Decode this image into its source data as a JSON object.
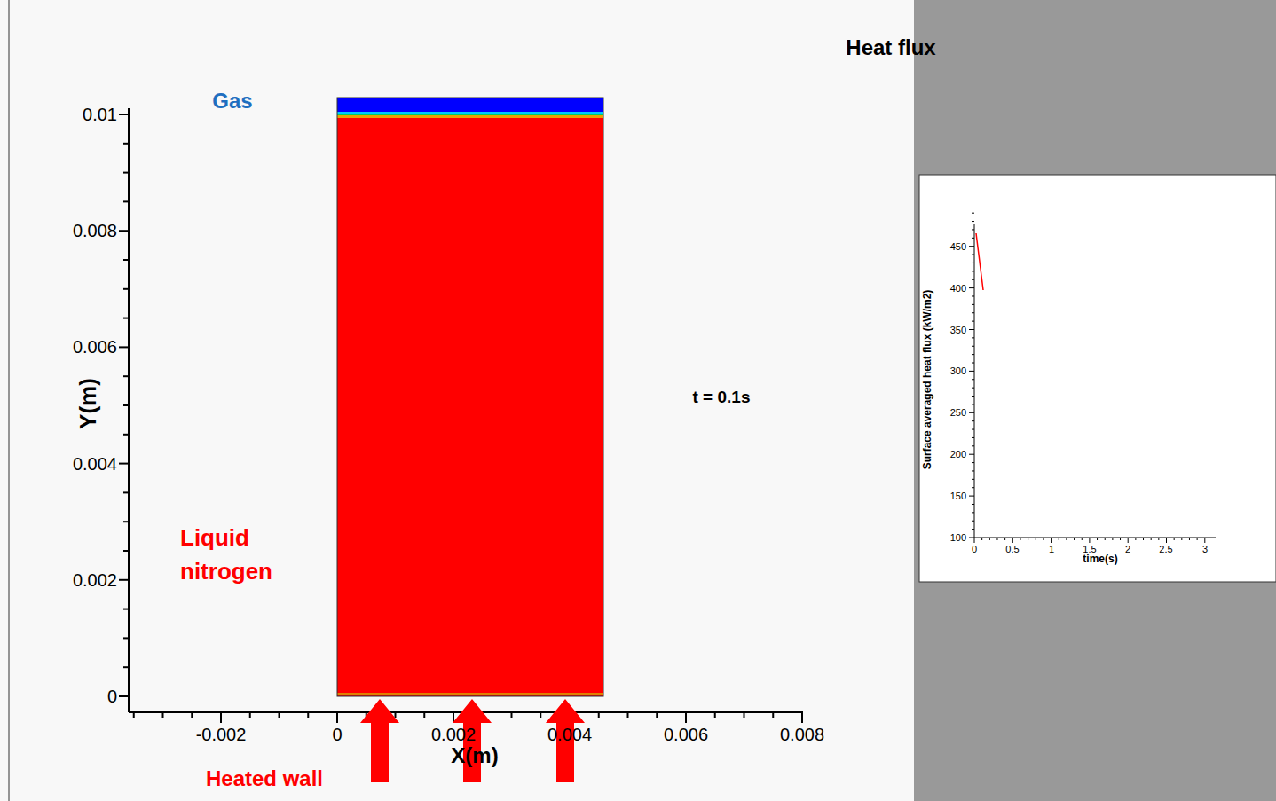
{
  "diagram": {
    "labels": [
      "Gas",
      "Liquid nitrogen",
      "Heated wall",
      "t = 0.1s",
      "Heat flux",
      "Y(m)",
      "X(m)",
      "0.01",
      "0.008",
      "0.006",
      "0.004",
      "0.002",
      "0",
      "-0.002",
      "0",
      "0.002",
      "0.004",
      "0.006",
      "0.008",
      "Surface averaged heat flux (kW/m2)",
      "450",
      "400",
      "350",
      "300",
      "250",
      "200",
      "150",
      "100",
      "0",
      "0.5",
      "1",
      "1.5",
      "2",
      "2.5",
      "3",
      "time(s)"
    ]
  }
}
